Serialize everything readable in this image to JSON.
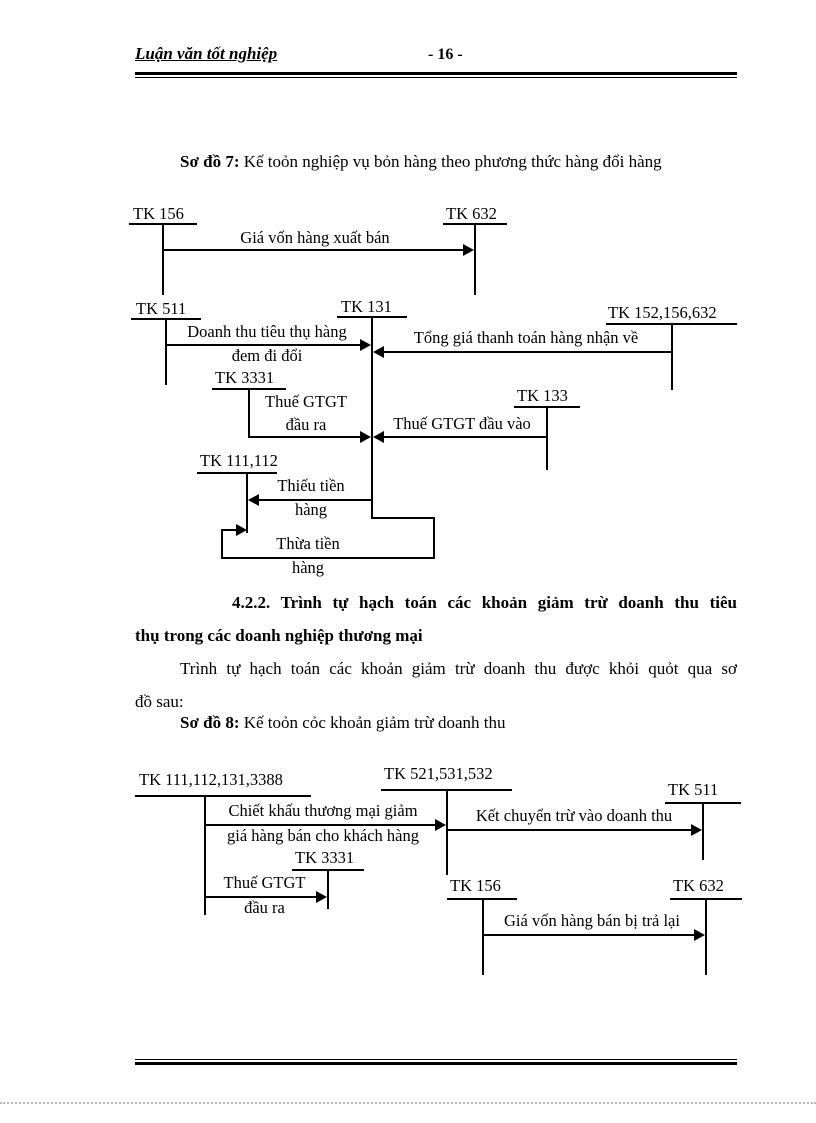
{
  "header": {
    "title": "Luận văn tốt nghiệp",
    "page_number": "- 16 -"
  },
  "diagram7": {
    "caption_label": "Sơ đồ 7:",
    "caption_text": "Kế toỏn nghiệp vụ bỏn hàng theo phương thức hàng đổi hàng",
    "accounts": {
      "tk156": "TK 156",
      "tk632": "TK 632",
      "tk511": "TK 511",
      "tk131": "TK 131",
      "tk152_156_632": "TK 152,156,632",
      "tk3331": "TK 3331",
      "tk133": "TK 133",
      "tk111_112": "TK 111,112"
    },
    "flows": {
      "cogs": "Giá vốn hàng xuất bán",
      "revenue_line1": "Doanh thu tiêu thụ hàng",
      "revenue_line2": "đem đi đổi",
      "total_payment": "Tổng giá thanh toán hàng nhận về",
      "vat_output_line1": "Thuế GTGT",
      "vat_output_line2": "đầu ra",
      "vat_input": "Thuế GTGT đầu vào",
      "money_short_line1": "Thiếu tiền",
      "money_short_line2": "hàng",
      "money_excess_line1": "Thừa tiền",
      "money_excess_line2": "hàng"
    }
  },
  "section_422": {
    "heading_line1": "4.2.2. Trình tự hạch toán các khoản giảm trừ doanh thu tiêu",
    "heading_line2": "thụ trong các doanh nghiệp thương mại",
    "paragraph_line1": "Trình tự hạch toán các khoản giảm trừ doanh thu được khỏi quỏt qua sơ",
    "paragraph_line2": "đồ sau:"
  },
  "diagram8": {
    "caption_label": "Sơ đồ 8:",
    "caption_text": "Kế toỏn cỏc khoản giảm trừ doanh thu",
    "accounts": {
      "tk111_112_131_3388": "TK 111,112,131,3388",
      "tk521_531_532": "TK 521,531,532",
      "tk511": "TK 511",
      "tk3331": "TK 3331",
      "tk156": "TK 156",
      "tk632": "TK 632"
    },
    "flows": {
      "discount_line1": "Chiết khấu thương mại giảm",
      "discount_line2": "giá hàng bán cho khách hàng",
      "transfer": "Kết chuyển trừ vào doanh thu",
      "vat_output_line1": "Thuế GTGT",
      "vat_output_line2": "đầu ra",
      "cogs_returned": "Giá vốn hàng bán bị trả lại"
    }
  }
}
